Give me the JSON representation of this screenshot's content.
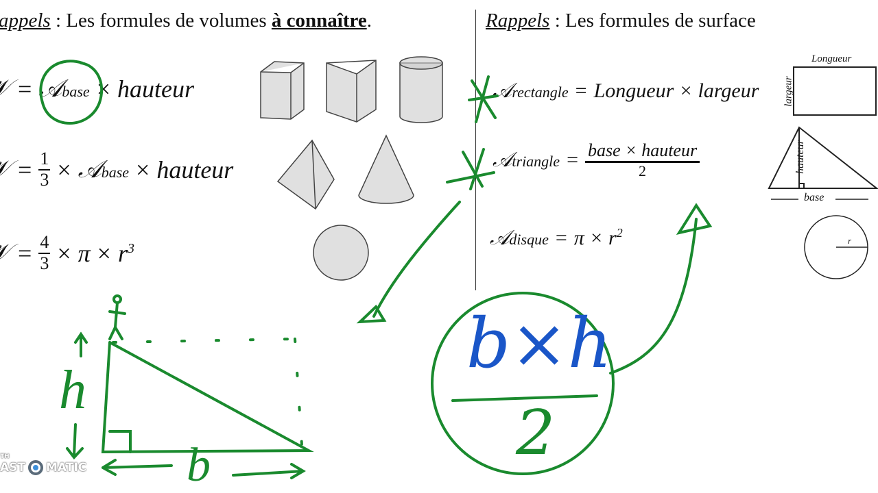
{
  "left": {
    "title_prefix": "appels",
    "title_mid": " : Les formules de volumes ",
    "title_bold": "à connaître",
    "title_end": ".",
    "formulas": [
      {
        "v": "𝒱",
        "eq": "=",
        "a": "𝒜",
        "sub": "base",
        "times": "×",
        "h": "hauteur"
      },
      {
        "v": "𝒱",
        "eq": "=",
        "num": "1",
        "den": "3",
        "times": "×",
        "a": "𝒜",
        "sub": "base",
        "times2": "×",
        "h": "hauteur"
      },
      {
        "v": "𝒱",
        "eq": "=",
        "num": "4",
        "den": "3",
        "times": "×",
        "pi": "π",
        "times2": "×",
        "r": "r",
        "exp": "3"
      }
    ]
  },
  "right": {
    "title_prefix": "Rappels",
    "title_rest": " : Les formules de surface",
    "rect": {
      "a": "𝒜",
      "sub": "rectangle",
      "eq": "=",
      "expr": "Longueur × largeur",
      "label_top": "Longueur",
      "label_side": "largeur"
    },
    "tri": {
      "a": "𝒜",
      "sub": "triangle",
      "eq": "=",
      "num": "base × hauteur",
      "den": "2",
      "label_height": "hauteur",
      "label_base": "base"
    },
    "disk": {
      "a": "𝒜",
      "sub": "disque",
      "eq": "=",
      "expr": "π × r",
      "exp": "2",
      "label_r": "r"
    }
  },
  "handwriting": {
    "num": "b×h",
    "den": "2",
    "h_label": "h",
    "b_label": "b",
    "color_ink": "#1a8a2e",
    "color_blue": "#1a56c8"
  },
  "watermark": {
    "top": "TH",
    "text_left": "AST",
    "text_right": "MATIC"
  }
}
